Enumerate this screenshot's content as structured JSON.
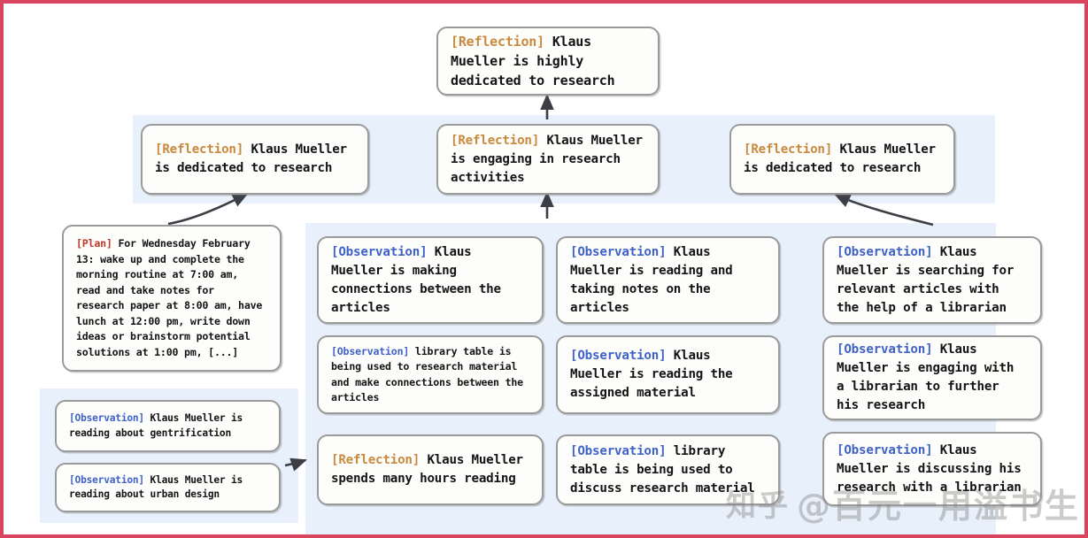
{
  "meta": {
    "border_color": "#d9455f",
    "panel_color": "#e8f0fb",
    "node_border_color": "#9a9a9a",
    "tag_colors": {
      "reflection": "#c98a3e",
      "observation": "#3f62c8",
      "plan": "#c0392b"
    }
  },
  "top_reflection": {
    "tag": "[Reflection]",
    "text": " Klaus Mueller is highly dedicated to research"
  },
  "reflection_row": [
    {
      "tag": "[Reflection]",
      "text": " Klaus Mueller is dedicated to research"
    },
    {
      "tag": "[Reflection]",
      "text": " Klaus Mueller is engaging in research activities"
    },
    {
      "tag": "[Reflection]",
      "text": " Klaus Mueller is dedicated to research"
    }
  ],
  "plan_node": {
    "tag": "[Plan]",
    "text": " For Wednesday February 13: wake up and complete the morning routine at 7:00 am, read and take notes for research paper at 8:00 am, have lunch at 12:00 pm, write down ideas or brainstorm potential solutions at 1:00 pm, [...]"
  },
  "left_observations": [
    {
      "tag": "[Observation]",
      "text": " Klaus Mueller is reading about gentrification"
    },
    {
      "tag": "[Observation]",
      "text": " Klaus Mueller is reading about urban design"
    }
  ],
  "column_one": [
    {
      "tag": "[Observation]",
      "text": " Klaus Mueller is making connections between the articles"
    },
    {
      "tag": "[Observation]",
      "text": " library table is being used to research material and make connections between the articles"
    },
    {
      "tag": "[Reflection]",
      "text": " Klaus Mueller spends many hours reading"
    }
  ],
  "column_two": [
    {
      "tag": "[Observation]",
      "text": " Klaus Mueller is reading and taking notes on the articles"
    },
    {
      "tag": "[Observation]",
      "text": " Klaus Mueller is reading the assigned material"
    },
    {
      "tag": "[Observation]",
      "text": " library table is being used to discuss research material"
    }
  ],
  "column_three": [
    {
      "tag": "[Observation]",
      "text": " Klaus Mueller is searching for relevant articles with the help of a librarian"
    },
    {
      "tag": "[Observation]",
      "text": " Klaus Mueller is engaging with a librarian to further his research"
    },
    {
      "tag": "[Observation]",
      "text": " Klaus Mueller is discussing his research with a librarian"
    }
  ],
  "watermark": {
    "logo": "知乎",
    "handle": "@百元一用溢书生"
  }
}
